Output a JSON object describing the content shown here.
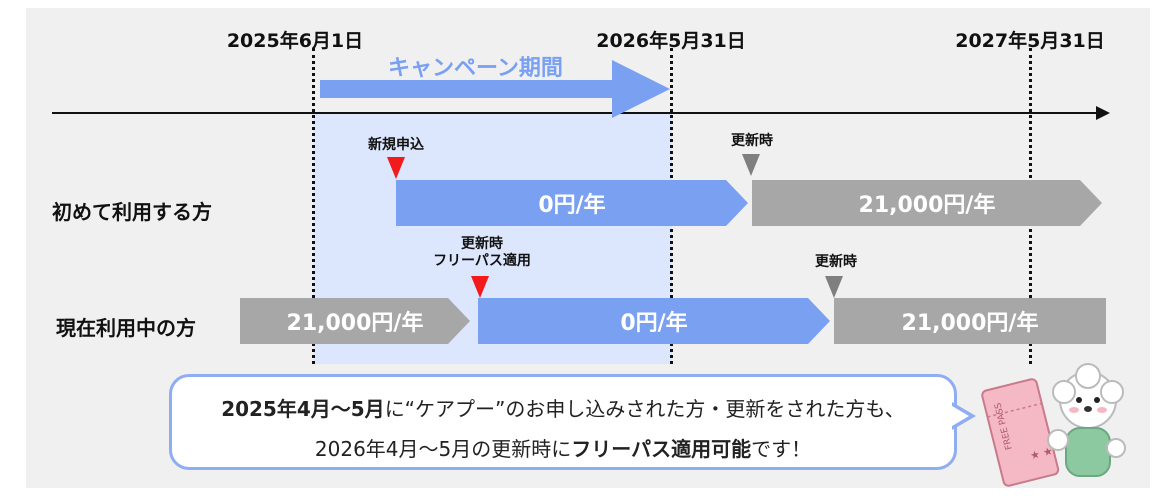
{
  "dates": [
    "2025年6月1日",
    "2026年5月31日",
    "2027年5月31日"
  ],
  "campaign": {
    "label": "キャンペーン期間"
  },
  "rows": [
    {
      "label": "初めて利用する方",
      "markers": [
        {
          "label": "新規申込",
          "color": "#f21a1a"
        },
        {
          "label": "更新時",
          "color": "#7f7f7f"
        }
      ],
      "bars": [
        {
          "text": "0円/年",
          "color": "#7aa0f2"
        },
        {
          "text": "21,000円/年",
          "color": "#a7a7a7"
        }
      ]
    },
    {
      "label": "現在利用中の方",
      "markers": [
        {
          "label": "更新時\nフリーパス適用",
          "color": "#f21a1a"
        },
        {
          "label": "更新時",
          "color": "#7f7f7f"
        }
      ],
      "bars": [
        {
          "text": "21,000円/年",
          "color": "#a7a7a7"
        },
        {
          "text": "0円/年",
          "color": "#7aa0f2"
        },
        {
          "text": "21,000円/年",
          "color": "#a7a7a7"
        }
      ]
    }
  ],
  "note": {
    "line1_bold": "2025年4月～5月",
    "line1_rest": "に“ケアプー”のお申し込みされた方・更新をされた方も、",
    "line2_pre": "2026年4月～5月の更新時に",
    "line2_bold": "フリーパス適用可能",
    "line2_post": "です！"
  },
  "illustration": {
    "ticket_text": "FREE PASS",
    "character": "white-dog-mascot"
  },
  "colors": {
    "campaign_blue": "#7aa0f2",
    "gray_bar": "#a7a7a7",
    "campaign_zone": "#dce6fc",
    "marker_red": "#f21a1a"
  }
}
